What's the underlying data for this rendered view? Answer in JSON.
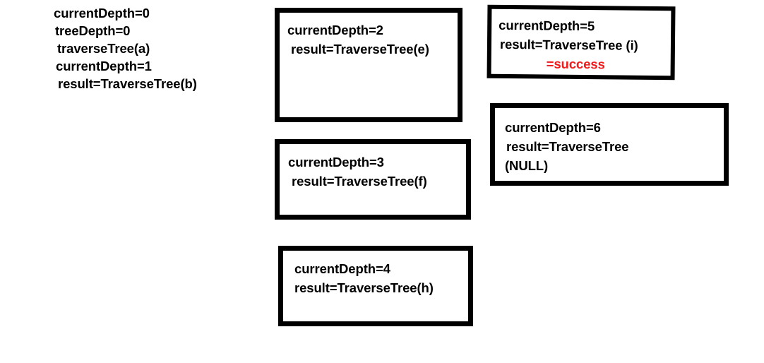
{
  "diagram": {
    "type": "recursion-trace",
    "background_color": "#ffffff",
    "text_color": "#000000",
    "accent_color": "#ee1c1c"
  },
  "trace_block": {
    "name": "root-call-trace",
    "lines": [
      "currentDepth=0",
      "treeDepth=0",
      "traverseTree(a)",
      "currentDepth=1",
      "result=TraverseTree(b)"
    ]
  },
  "frames": [
    {
      "id": "depth2",
      "depth_label": "currentDepth=2",
      "result_label": "result=TraverseTree(e)"
    },
    {
      "id": "depth3",
      "depth_label": "currentDepth=3",
      "result_label": "result=TraverseTree(f)"
    },
    {
      "id": "depth4",
      "depth_label": "currentDepth=4",
      "result_label": "result=TraverseTree(h)"
    },
    {
      "id": "depth5",
      "depth_label": "currentDepth=5",
      "result_label": "result=TraverseTree (i)",
      "status_label": "=success",
      "status_color": "#ee1c1c"
    },
    {
      "id": "depth6",
      "depth_label": "currentDepth=6",
      "result_label": "result=TraverseTree",
      "result_label_2": "(NULL)"
    }
  ]
}
